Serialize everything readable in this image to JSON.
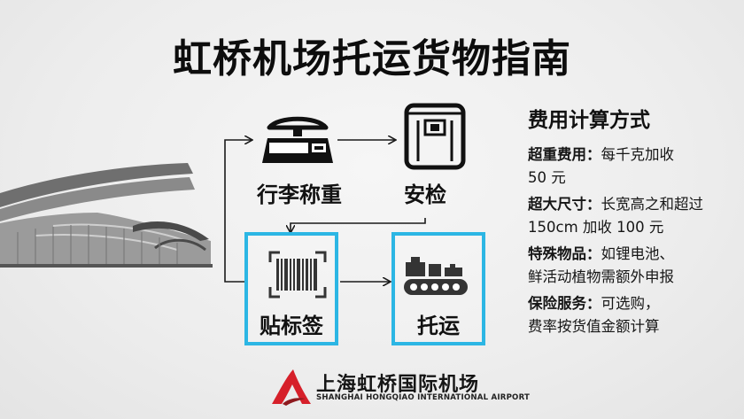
{
  "title": "虹桥机场托运货物指南",
  "flow": {
    "steps": [
      {
        "label": "行李称重",
        "icon": "scale-icon"
      },
      {
        "label": "安检",
        "icon": "security-gate-icon"
      },
      {
        "label": "贴标签",
        "icon": "barcode-icon",
        "highlighted": true
      },
      {
        "label": "托运",
        "icon": "conveyor-belt-icon",
        "highlighted": true
      }
    ],
    "highlight_color": "#2cb6e4"
  },
  "fees": {
    "title": "费用计算方式",
    "items": [
      {
        "term": "超重费用：",
        "line1": "每千克加收",
        "line2": "50 元"
      },
      {
        "term": "超大尺寸：",
        "line1": "长宽高之和超过",
        "line2": "150cm 加收 100 元"
      },
      {
        "term": "特殊物品：",
        "line1": "如锂电池、",
        "line2": "鲜活动植物需额外申报"
      },
      {
        "term": "保险服务：",
        "line1": "可选购，",
        "line2": "费率按货值金额计算"
      }
    ]
  },
  "logo": {
    "name": "上海虹桥国际机场",
    "english": "SHANGHAI HONGQIAO INTERNATIONAL AIRPORT",
    "brand_color": "#d6202a"
  }
}
